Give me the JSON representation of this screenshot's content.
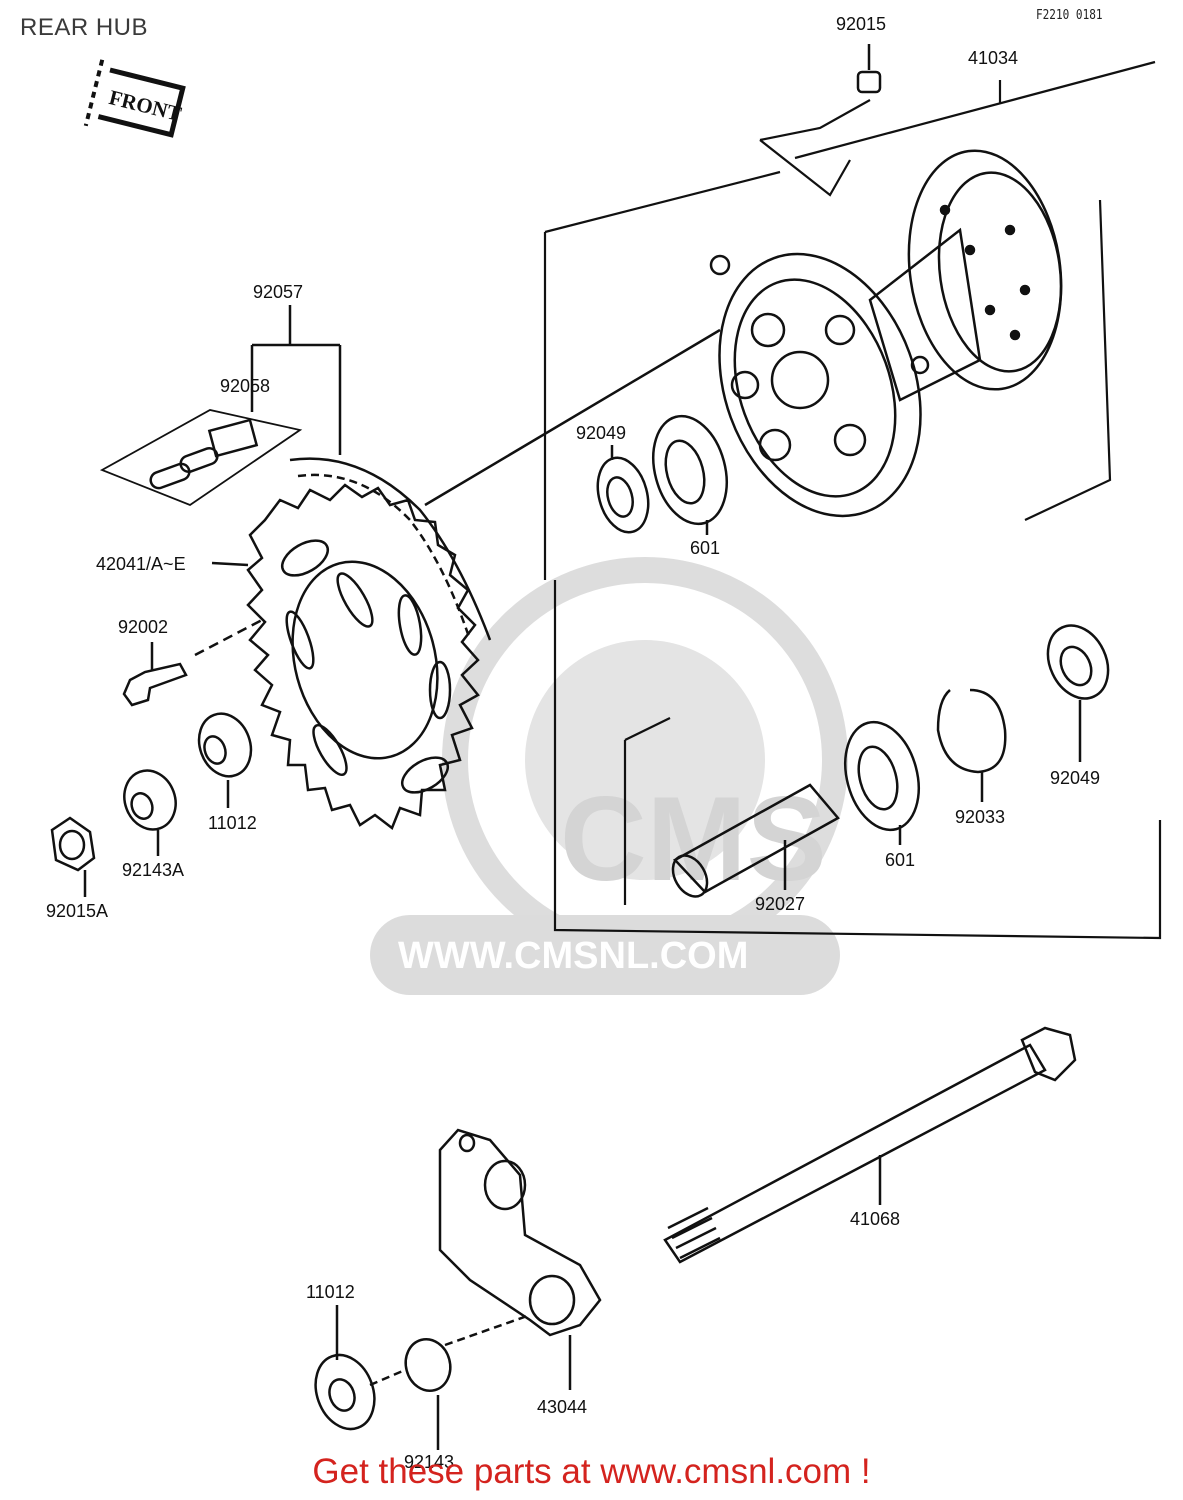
{
  "header": {
    "title": "REAR HUB",
    "diagram_code": "F2210 0181"
  },
  "front_sign": "FRONT",
  "parts": {
    "p92015": "92015",
    "p41034": "41034",
    "p92057": "92057",
    "p92058": "92058",
    "p92049a": "92049",
    "p601a": "601",
    "p42041": "42041/A~E",
    "p92002": "92002",
    "p11012a": "11012",
    "p92143A": "92143A",
    "p92015A": "92015A",
    "p92049b": "92049",
    "p92033": "92033",
    "p601b": "601",
    "p92027": "92027",
    "p41068": "41068",
    "p11012b": "11012",
    "p43044": "43044",
    "p92143": "92143"
  },
  "watermark": {
    "logo_text": "CMS",
    "url": "WWW.CMSNL.COM"
  },
  "footer": {
    "text": "Get these parts at www.cmsnl.com !"
  },
  "colors": {
    "line": "#111111",
    "footer": "#d4231e",
    "watermark": "#d8d8d8"
  }
}
